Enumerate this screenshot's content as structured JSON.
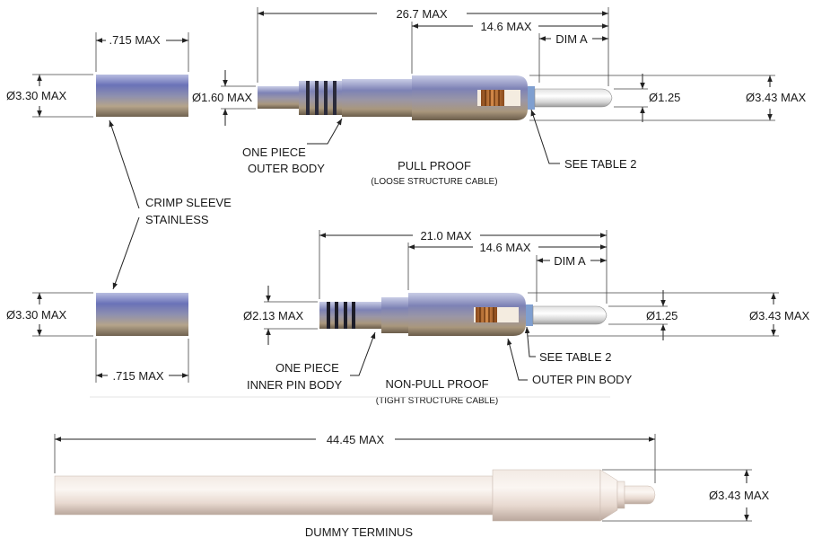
{
  "crimp_sleeve": {
    "top": {
      "length": ".715 MAX",
      "diameter": "Ø3.30 MAX"
    },
    "bottom": {
      "length": ".715 MAX",
      "diameter": "Ø3.30 MAX"
    },
    "label_line1": "CRIMP SLEEVE",
    "label_line2": "STAINLESS"
  },
  "pull_proof": {
    "overall": "26.7 MAX",
    "mid": "14.6 MAX",
    "dim_a": "DIM A",
    "tail_dia": "Ø1.60 MAX",
    "pin_dia": "Ø1.25",
    "body_dia": "Ø3.43 MAX",
    "body_label_line1": "ONE PIECE",
    "body_label_line2": "OUTER BODY",
    "see_table": "SEE TABLE 2",
    "title": "PULL PROOF",
    "subtitle": "(LOOSE STRUCTURE CABLE)"
  },
  "non_pull_proof": {
    "overall": "21.0 MAX",
    "mid": "14.6 MAX",
    "dim_a": "DIM A",
    "tail_dia": "Ø2.13 MAX",
    "pin_dia": "Ø1.25",
    "body_dia": "Ø3.43 MAX",
    "inner_label_line1": "ONE PIECE",
    "inner_label_line2": "INNER PIN BODY",
    "see_table": "SEE TABLE 2",
    "outer_label": "OUTER PIN BODY",
    "title": "NON-PULL PROOF",
    "subtitle": "(TIGHT STRUCTURE CABLE)"
  },
  "dummy": {
    "overall": "44.45 MAX",
    "body_dia": "Ø3.43 MAX",
    "title": "DUMMY TERMINUS"
  }
}
